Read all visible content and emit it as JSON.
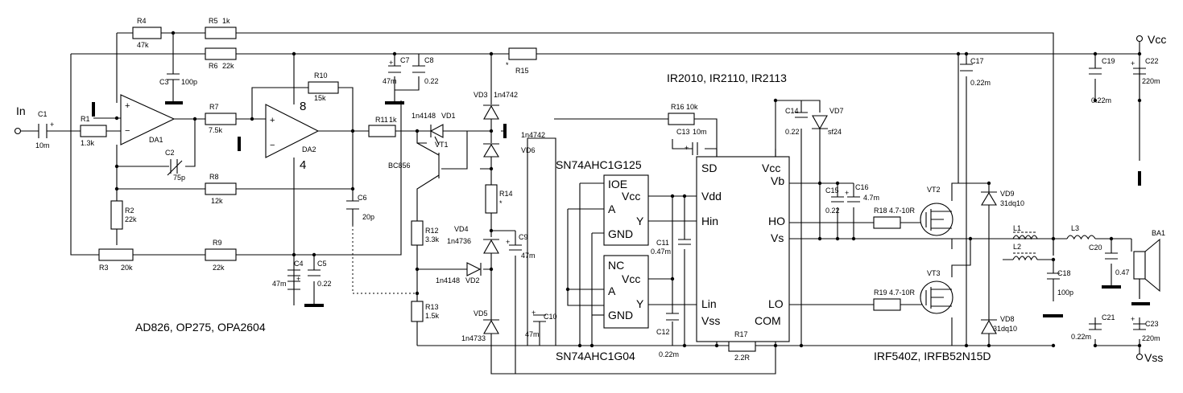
{
  "terminals": {
    "in": "In",
    "vcc": "Vcc",
    "vss": "Vss"
  },
  "captions": {
    "driver_ics": "IR2010, IR2110, IR2113",
    "opamps": "AD826, OP275, OPA2604",
    "buffer_ic": "SN74AHC1G125",
    "inverter_ic": "SN74AHC1G04",
    "mosfets": "IRF540Z, IRFB52N15D"
  },
  "opamps": {
    "da1": {
      "ref": "DA1",
      "plus": "+",
      "minus": "−"
    },
    "da2": {
      "ref": "DA2",
      "plus": "+",
      "minus": "−",
      "pin_top": "8",
      "pin_bottom": "4"
    }
  },
  "components": {
    "c1": {
      "ref": "C1",
      "value": "10m"
    },
    "c2": {
      "ref": "C2",
      "value": "75p"
    },
    "c3": {
      "ref": "C3",
      "value": "100p"
    },
    "c4": {
      "ref": "C4",
      "value": "47m"
    },
    "c5": {
      "ref": "C5",
      "value": "0.22"
    },
    "c6": {
      "ref": "C6",
      "value": "20p"
    },
    "c7": {
      "ref": "C7",
      "value": "47m"
    },
    "c8": {
      "ref": "C8",
      "value": "0.22"
    },
    "c9": {
      "ref": "C9",
      "value": "47m"
    },
    "c10": {
      "ref": "C10",
      "value": "47m"
    },
    "c11": {
      "ref": "C11",
      "value": "0.47m"
    },
    "c12": {
      "ref": "C12",
      "value": "0.22m"
    },
    "c13": {
      "ref": "C13",
      "value": "10m"
    },
    "c14": {
      "ref": "C14",
      "value": "0.22"
    },
    "c15": {
      "ref": "C15",
      "value": "0.22"
    },
    "c16": {
      "ref": "C16",
      "value": "4.7m"
    },
    "c17": {
      "ref": "C17",
      "value": "0.22m"
    },
    "c18": {
      "ref": "C18",
      "value": "100p"
    },
    "c19": {
      "ref": "C19",
      "value": "0.22m"
    },
    "c20": {
      "ref": "C20",
      "value": "0.47"
    },
    "c21": {
      "ref": "C21",
      "value": "0.22m"
    },
    "c22": {
      "ref": "C22",
      "value": "220m"
    },
    "c23": {
      "ref": "C23",
      "value": "220m"
    },
    "r1": {
      "ref": "R1",
      "value": "1.3k"
    },
    "r2": {
      "ref": "R2",
      "value": "22k"
    },
    "r3": {
      "ref": "R3",
      "value": "20k"
    },
    "r4": {
      "ref": "R4",
      "value": "47k"
    },
    "r5": {
      "ref": "R5",
      "value": "1k"
    },
    "r6": {
      "ref": "R6",
      "value": "22k"
    },
    "r7": {
      "ref": "R7",
      "value": "7.5k"
    },
    "r8": {
      "ref": "R8",
      "value": "12k"
    },
    "r9": {
      "ref": "R9",
      "value": "22k"
    },
    "r10": {
      "ref": "R10",
      "value": "15k"
    },
    "r11": {
      "ref": "R11",
      "value": "1k"
    },
    "r12": {
      "ref": "R12",
      "value": "3.3k"
    },
    "r13": {
      "ref": "R13",
      "value": "1.5k"
    },
    "r14": {
      "ref": "R14",
      "value": "*"
    },
    "r15": {
      "ref": "R15",
      "value": "*"
    },
    "r16": {
      "ref": "R16",
      "value": "10k"
    },
    "r17": {
      "ref": "R17",
      "value": "2.2R"
    },
    "r18": {
      "ref": "R18",
      "value": "4.7-10R"
    },
    "r19": {
      "ref": "R19",
      "value": "4.7-10R"
    },
    "vd1": {
      "ref": "VD1",
      "value": "1n4148"
    },
    "vd2": {
      "ref": "VD2",
      "value": "1n4148"
    },
    "vd3": {
      "ref": "VD3",
      "value": "1n4742"
    },
    "vd4": {
      "ref": "VD4",
      "value": "1n4736"
    },
    "vd5": {
      "ref": "VD5",
      "value": "1n4733"
    },
    "vd6": {
      "ref": "VD6",
      "value": "1n4742"
    },
    "vd7": {
      "ref": "VD7",
      "value": "sf24"
    },
    "vd8": {
      "ref": "VD8",
      "value": "31dq10"
    },
    "vd9": {
      "ref": "VD9",
      "value": "31dq10"
    },
    "vt1": {
      "ref": "VT1",
      "value": "BC856"
    },
    "vt2": {
      "ref": "VT2"
    },
    "vt3": {
      "ref": "VT3"
    },
    "l1": {
      "ref": "L1"
    },
    "l2": {
      "ref": "L2"
    },
    "l3": {
      "ref": "L3"
    },
    "ba1": {
      "ref": "BA1"
    }
  },
  "ic_driver": {
    "sd": "SD",
    "vcc": "Vcc",
    "vb": "Vb",
    "vdd": "Vdd",
    "hin": "Hin",
    "ho": "HO",
    "vs": "Vs",
    "lin": "Lin",
    "lo": "LO",
    "vss": "Vss",
    "com": "COM"
  },
  "ic_buffer": {
    "ioe": "IOE",
    "vcc": "Vcc",
    "a": "A",
    "y": "Y",
    "gnd": "GND"
  },
  "ic_inverter": {
    "nc": "NC",
    "vcc": "Vcc",
    "a": "A",
    "y": "Y",
    "gnd": "GND"
  },
  "polarity_plus": "+"
}
